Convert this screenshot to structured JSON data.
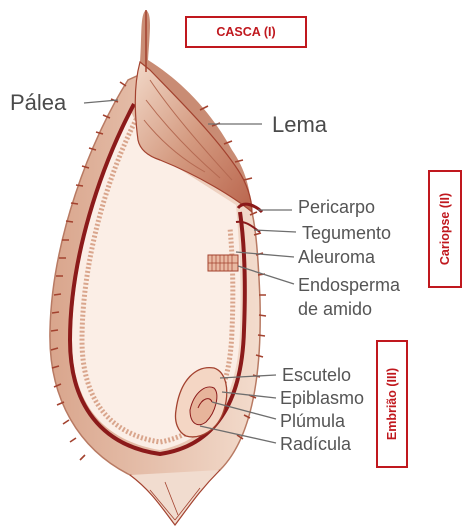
{
  "boxes": {
    "casca": "CASCA (I)",
    "cariopse": "Cariopse (II)",
    "embriao": "Embrião (III)"
  },
  "labels": {
    "palea": "Pálea",
    "lema": "Lema",
    "pericarpo": "Pericarpo",
    "tegumento": "Tegumento",
    "aleuroma": "Aleuroma",
    "endosperma_1": "Endosperma",
    "endosperma_2": "de amido",
    "escutelo": "Escutelo",
    "epiblasmo": "Epiblasmo",
    "plumula": "Plúmula",
    "radicula": "Radícula"
  },
  "colors": {
    "accent": "#c0181e",
    "hull": "#e8c4ae",
    "hull_dark": "#a3422f",
    "inner_line": "#8b1a1a",
    "leader": "#6e6e6e"
  }
}
